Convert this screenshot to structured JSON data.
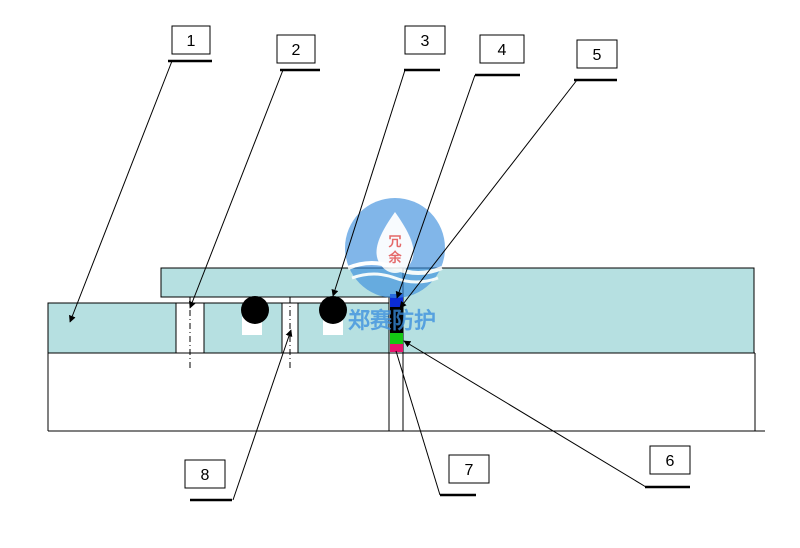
{
  "diagram": {
    "callouts": [
      {
        "id": "callout-1",
        "label": "1"
      },
      {
        "id": "callout-2",
        "label": "2"
      },
      {
        "id": "callout-3",
        "label": "3"
      },
      {
        "id": "callout-4",
        "label": "4"
      },
      {
        "id": "callout-5",
        "label": "5"
      },
      {
        "id": "callout-6",
        "label": "6"
      },
      {
        "id": "callout-7",
        "label": "7"
      },
      {
        "id": "callout-8",
        "label": "8"
      }
    ],
    "watermark": {
      "logo_text_top": "冗",
      "logo_text_bottom": "余",
      "brand_text": "郑赛防护"
    },
    "colors": {
      "plate": "#b6e0e1",
      "seal_blue": "#0b2bd6",
      "seal_black": "#000000",
      "seal_green": "#14c814",
      "seal_pink": "#e8146e",
      "watermark_blue": "#3a8ede"
    }
  }
}
